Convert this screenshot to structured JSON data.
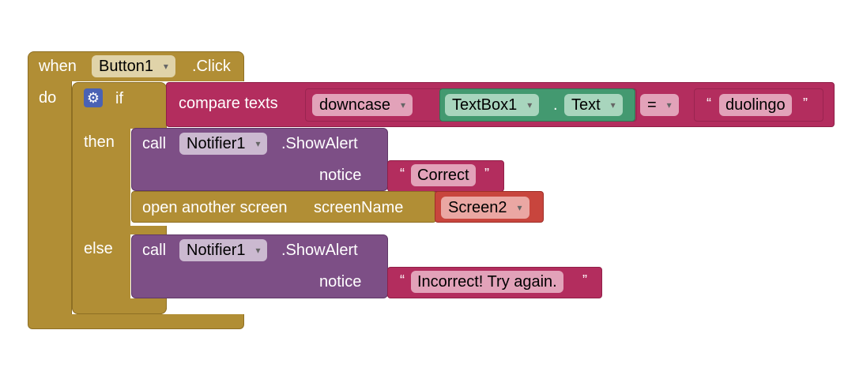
{
  "event": {
    "when_label": "when",
    "component": "Button1",
    "event_name": ".Click",
    "do_label": "do"
  },
  "if_block": {
    "if_label": "if",
    "then_label": "then",
    "else_label": "else",
    "mutator_icon": "gear-icon"
  },
  "condition": {
    "compare_label": "compare texts",
    "downcase_label": "downcase",
    "textbox_component": "TextBox1",
    "dot": ".",
    "property": "Text",
    "operator": "=",
    "literal": "duolingo",
    "open_quote": "“",
    "close_quote": "”"
  },
  "then_branch": {
    "call_label": "call",
    "component": "Notifier1",
    "method": ".ShowAlert",
    "notice_label": "notice",
    "notice_text": "Correct",
    "open_quote": "“",
    "close_quote": "”",
    "open_screen_label": "open another screen",
    "screen_name_label": "screenName",
    "screen_value": "Screen2"
  },
  "else_branch": {
    "call_label": "call",
    "component": "Notifier1",
    "method": ".ShowAlert",
    "notice_label": "notice",
    "notice_text": "Incorrect! Try again.",
    "open_quote": "“",
    "close_quote": "”"
  },
  "colors": {
    "event_gold": "#b18e35",
    "text_pink": "#b32d5e",
    "component_purple": "#7d4f86",
    "component_green": "#439970",
    "screen_red": "#c8453d",
    "mutator_blue": "#4a62b4"
  }
}
